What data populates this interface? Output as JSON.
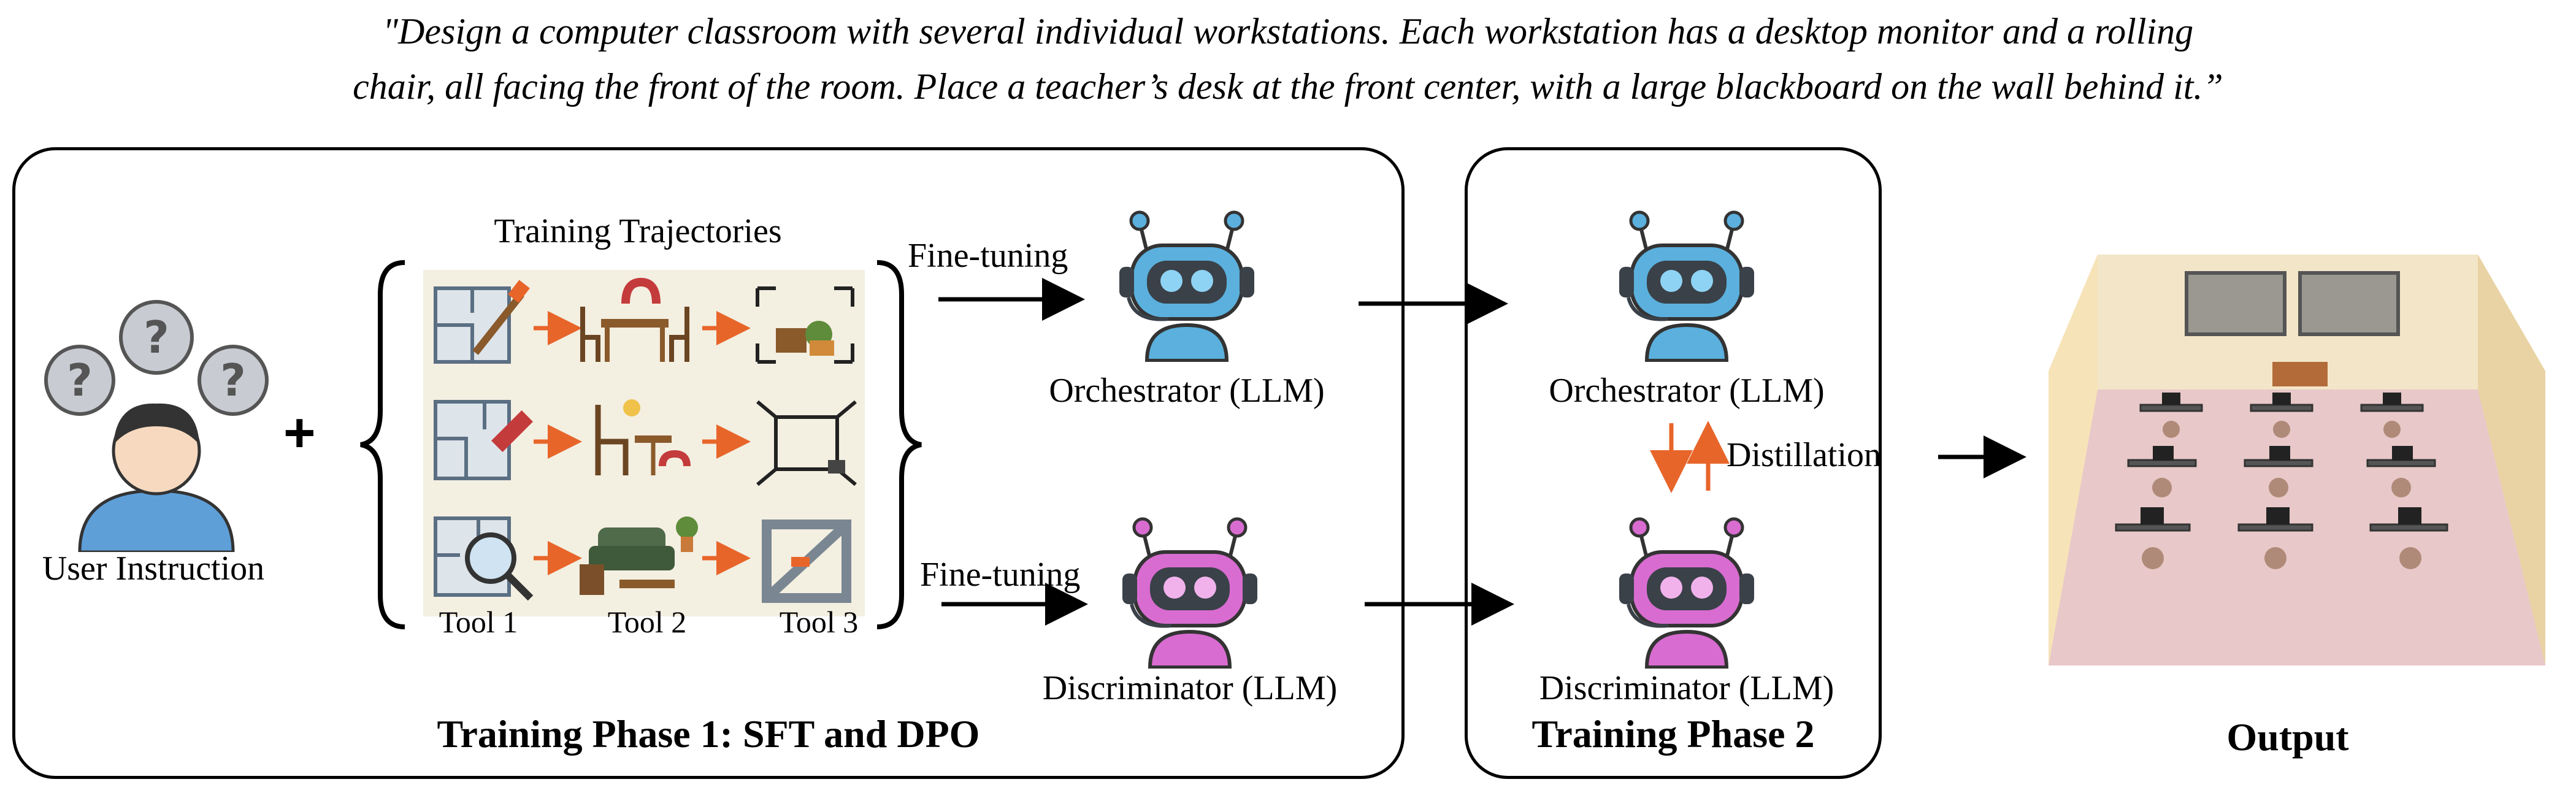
{
  "quote": {
    "line1": "\"Design a computer classroom with several individual workstations. Each workstation has a desktop monitor and a rolling",
    "line2": "chair, all facing the front of the room. Place a teacher’s desk at the front center, with a large blackboard on the wall behind it.”"
  },
  "phase1": {
    "title": "Training Phase 1: SFT and DPO",
    "user_label": "User Instruction",
    "plus": "+",
    "trajectories_title": "Training Trajectories",
    "tools": [
      "Tool 1",
      "Tool 2",
      "Tool 3"
    ],
    "finetune_top": "Fine-tuning",
    "finetune_bottom": "Fine-tuning",
    "orchestrator": "Orchestrator (LLM)",
    "discriminator": "Discriminator (LLM)"
  },
  "phase2": {
    "title": "Training Phase 2",
    "orchestrator": "Orchestrator (LLM)",
    "discriminator": "Discriminator (LLM)",
    "distillation": "Distillation"
  },
  "output": {
    "title": "Output"
  },
  "colors": {
    "orchestrator_robot": "#5bb0dd",
    "discriminator_robot": "#d86cd0",
    "arrow_accent": "#e8652a",
    "trajectory_bg": "#f3efe1"
  }
}
